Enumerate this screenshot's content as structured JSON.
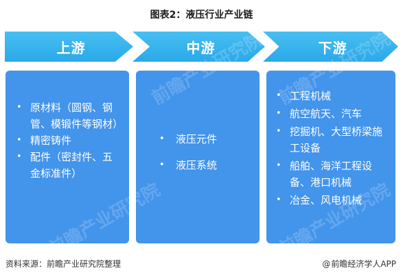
{
  "title": "图表2：液压行业产业链",
  "stages": [
    {
      "label": "上游",
      "items": [
        "原材料（圆钢、钢管、模锻件等钢材）",
        "精密铸件",
        "配件（密封件、五金标准件）"
      ]
    },
    {
      "label": "中游",
      "items": [
        "液压元件",
        "液压系统"
      ]
    },
    {
      "label": "下游",
      "items": [
        "工程机械",
        "航空航天、汽车",
        "挖掘机、大型桥梁施工设备",
        "船舶、海洋工程设备、港口机械",
        "冶金、风电机械"
      ]
    }
  ],
  "footer": {
    "source": "资料来源：前瞻产业研究院整理",
    "brand_at": "@",
    "brand": "前瞻经济学人APP"
  },
  "watermark": "前瞻产业研究院",
  "colors": {
    "arrow": "#35b3ee",
    "box": "#4394eb",
    "text_on_blue": "#ffffff"
  }
}
